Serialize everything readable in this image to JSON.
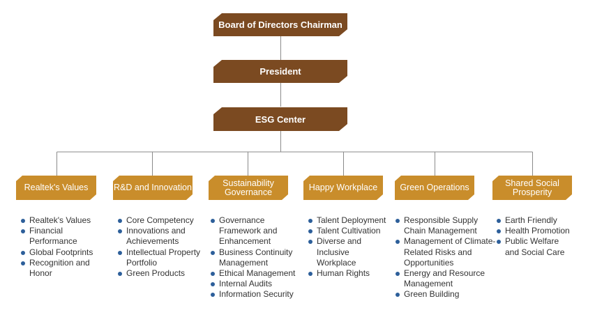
{
  "chairman": "Board of Directors Chairman",
  "president": "President",
  "esg": "ESG Center",
  "divisions": [
    {
      "title": "Realtek's Values",
      "items": [
        "Realtek's Values",
        "Financial Performance",
        "Global Footprints",
        "Recognition and Honor"
      ]
    },
    {
      "title": "R&D and Innovation",
      "items": [
        "Core Competency",
        "Innovations and Achievements",
        "Intellectual Property Portfolio",
        "Green Products"
      ]
    },
    {
      "title": "Sustainability Governance",
      "items": [
        "Governance Framework and Enhancement",
        "Business Continuity Management",
        "Ethical Management",
        "Internal Audits",
        "Information Security"
      ]
    },
    {
      "title": "Happy Workplace",
      "items": [
        "Talent Deployment",
        "Talent Cultivation",
        "Diverse and Inclusive Workplace",
        "Human Rights"
      ]
    },
    {
      "title": "Green Operations",
      "items": [
        "Responsible Supply Chain Management",
        "Management of Climate-Related Risks and Opportunities",
        "Energy and Resource Management",
        "Green Building"
      ]
    },
    {
      "title": "Shared Social Prosperity",
      "items": [
        "Earth Friendly",
        "Health Promotion",
        "Public Welfare and Social Care"
      ]
    }
  ],
  "colors": {
    "top": "#7b4a21",
    "division": "#c98d2b",
    "bullet": "#2d5f9a",
    "connector": "#8a8a8a"
  }
}
